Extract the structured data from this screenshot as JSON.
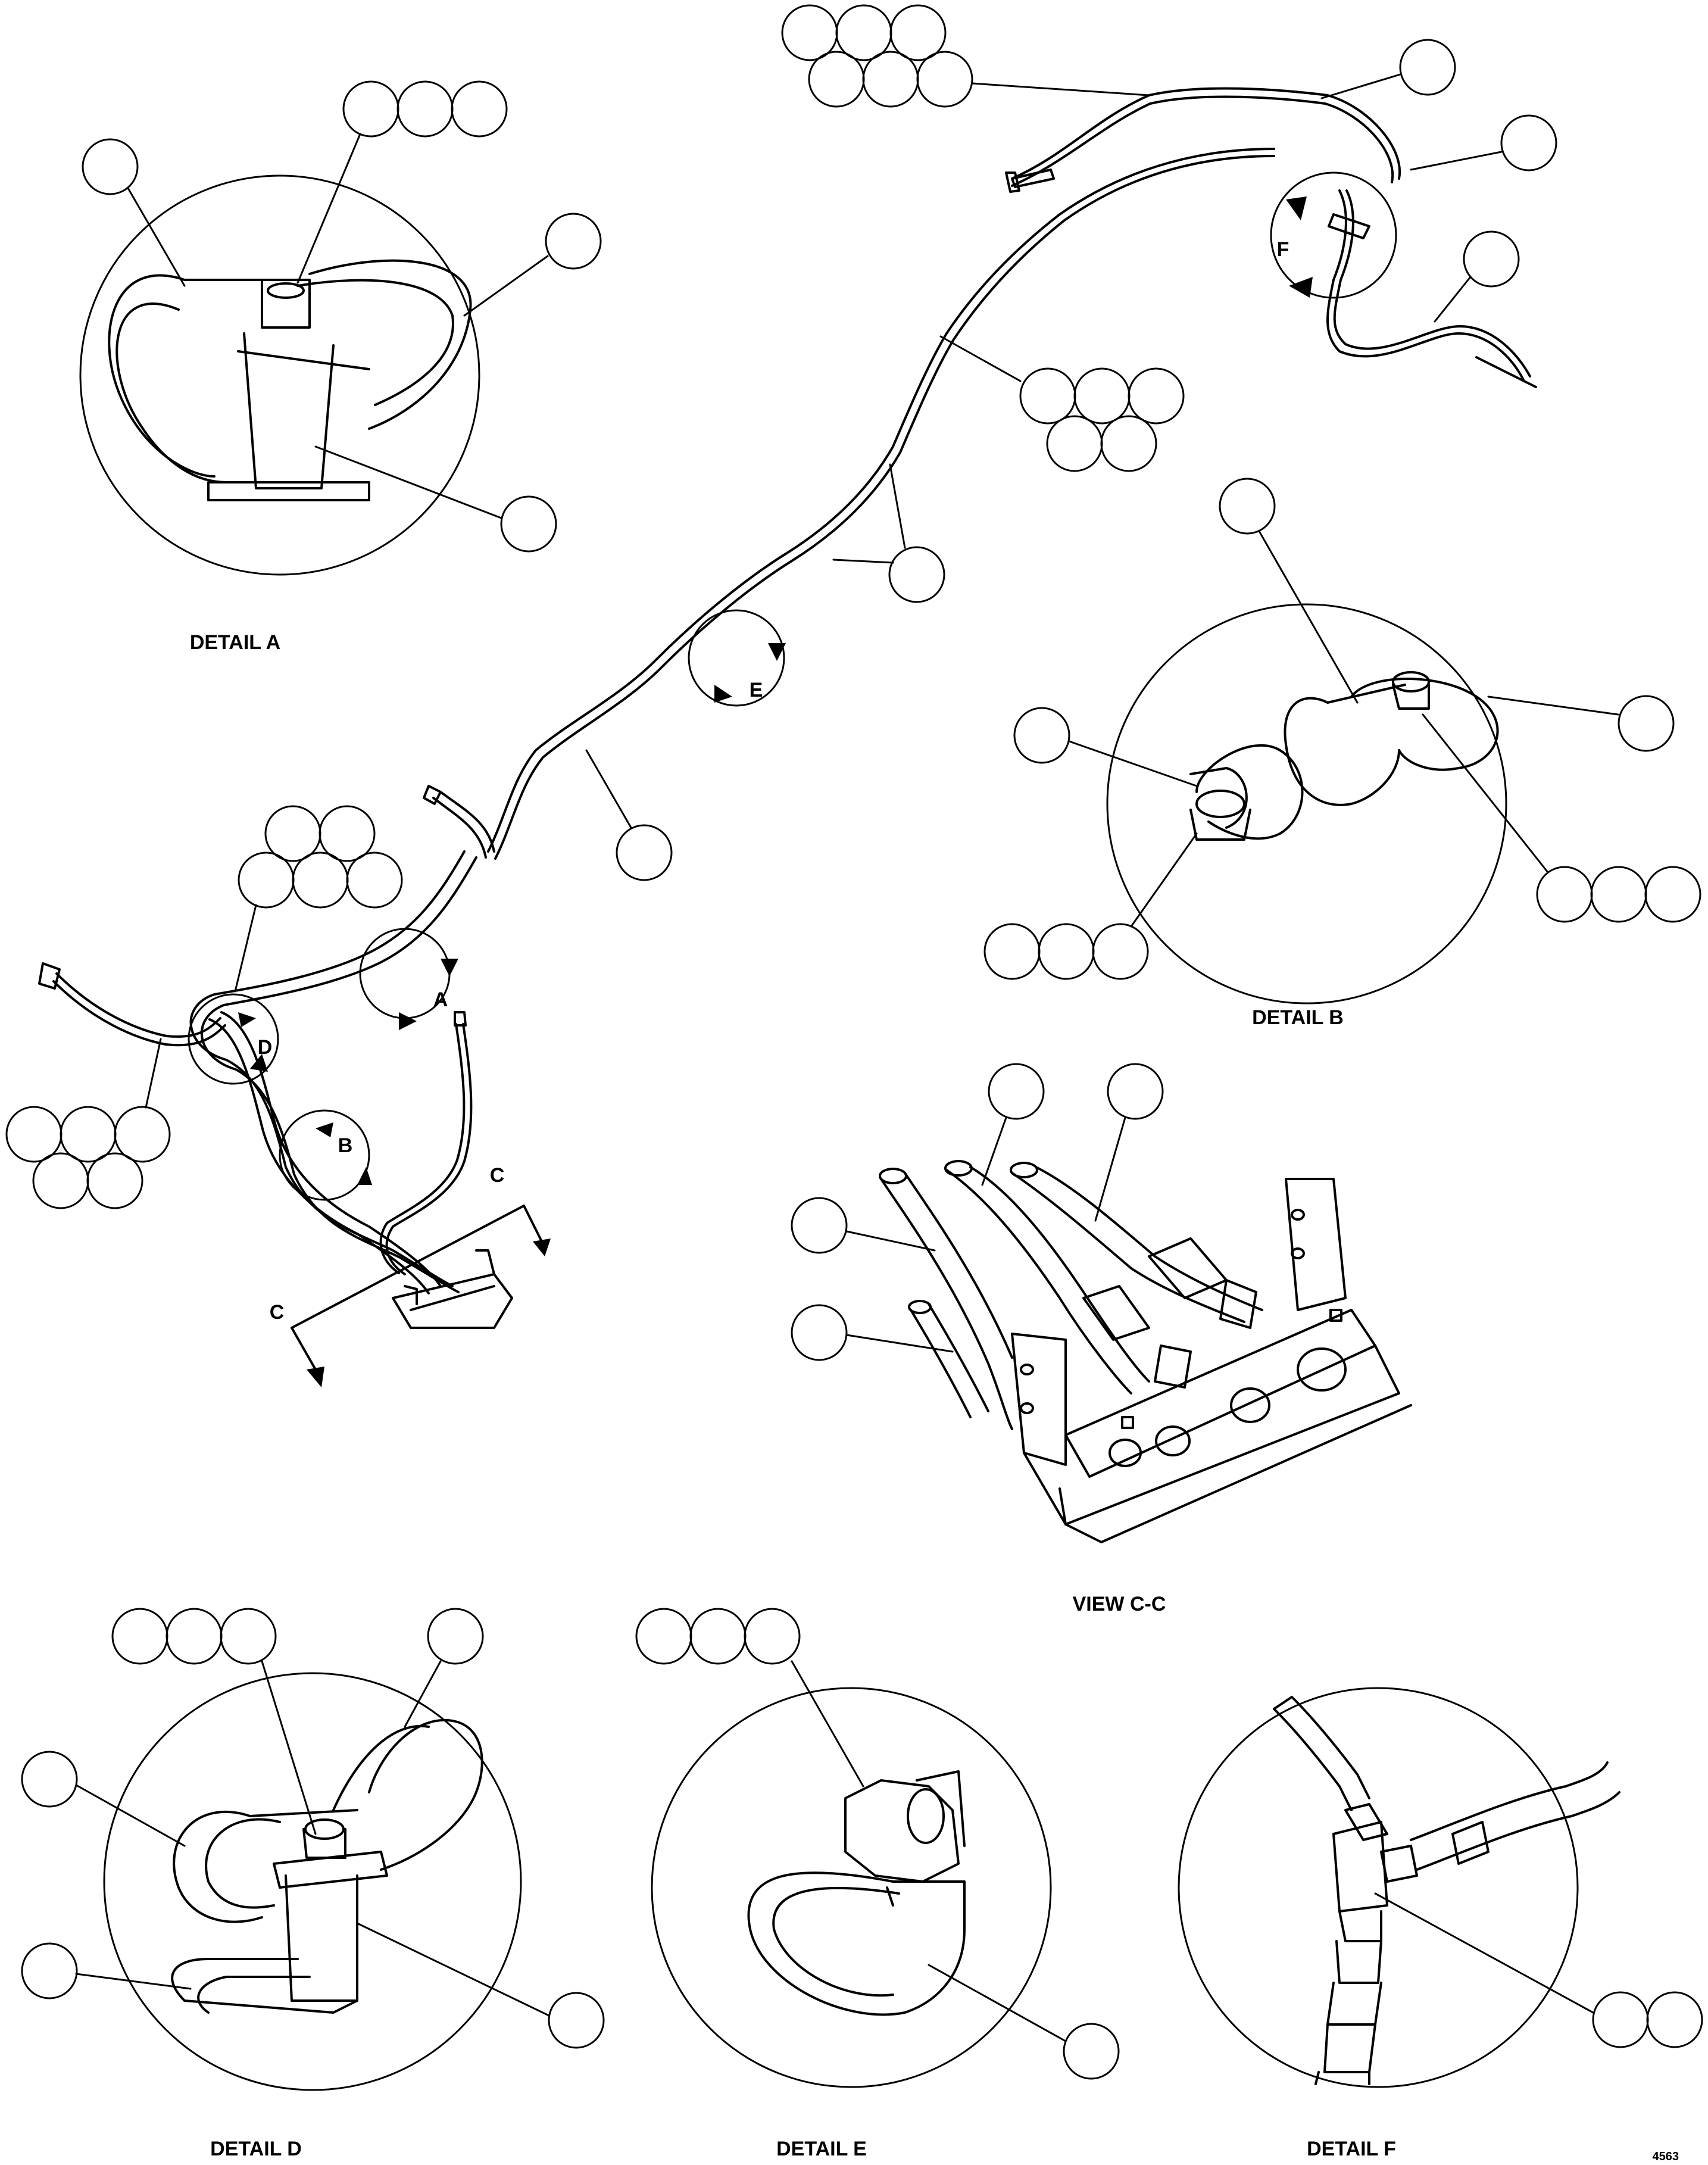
{
  "labels": {
    "detail_a": "DETAIL A",
    "detail_b": "DETAIL B",
    "detail_d": "DETAIL D",
    "detail_e": "DETAIL E",
    "detail_f": "DETAIL F",
    "view_cc": "VIEW C-C",
    "ref_a": "A",
    "ref_b": "B",
    "ref_c1": "C",
    "ref_c2": "C",
    "ref_d": "D",
    "ref_e": "E",
    "ref_f": "F",
    "sheet_id": "4563"
  }
}
